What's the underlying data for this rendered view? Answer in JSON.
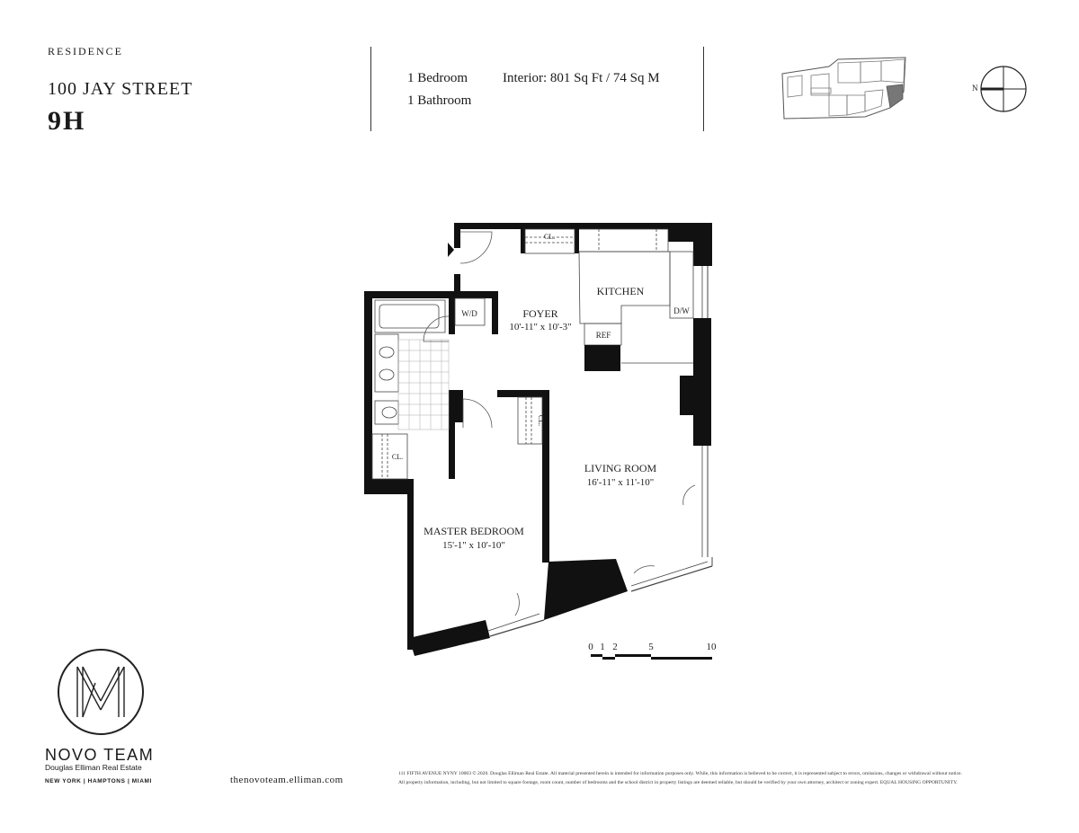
{
  "header": {
    "residence_label": "RESIDENCE",
    "address": "100 JAY STREET",
    "unit": "9H",
    "bedrooms": "1 Bedroom",
    "bathrooms": "1 Bathroom",
    "interior": "Interior: 801 Sq Ft / 74 Sq M"
  },
  "compass": {
    "north_label": "N"
  },
  "rooms": {
    "foyer_name": "FOYER",
    "foyer_dims": "10'-11\" x 10'-3\"",
    "kitchen_name": "KITCHEN",
    "living_name": "LIVING ROOM",
    "living_dims": "16'-11\" x 11'-10\"",
    "bedroom_name": "MASTER BEDROOM",
    "bedroom_dims": "15'-1\" x 10'-10\"",
    "wd": "W/D",
    "dw": "D/W",
    "ref": "REF",
    "closet_top": "CL.",
    "closet_side": "CL.",
    "closet_bed": "CL."
  },
  "scale": {
    "ticks": [
      "0",
      "1",
      "2",
      "5",
      "10"
    ]
  },
  "brand": {
    "name": "NOVO TEAM",
    "sub": "Douglas Elliman Real Estate",
    "locations": "NEW YORK | HAMPTONS | MIAMI",
    "url": "thenovoteam.elliman.com"
  },
  "disclaimer": {
    "line1": "111 FIFTH AVENUE NYNY 10003 © 2020. Douglas Elliman Real Estate. All material presented herein is intended for information purposes only. While, this information is believed to be correct, it is represented subject to errors, omissions, changes or withdrawal without notice.",
    "line2": "All property information, including, but not limited to square footage, room count, number of bedrooms and the school district in property listings are deemed reliable, but should be verified by your own attorney, architect or zoning expert. EQUAL HOUSING OPPORTUNITY."
  }
}
